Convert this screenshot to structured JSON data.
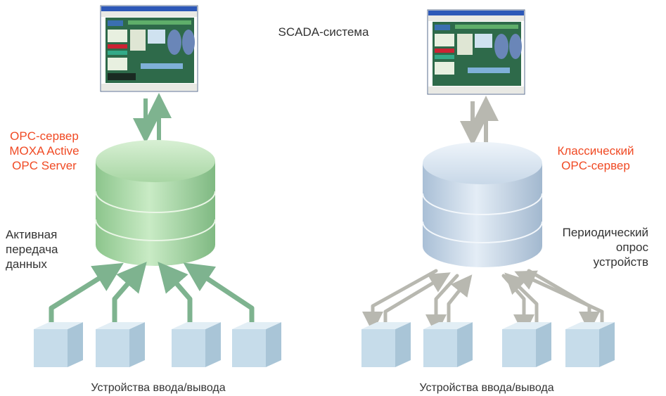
{
  "title": "SCADA-система",
  "left": {
    "server_label": [
      "OPC-сервер",
      "MOXA Active",
      "OPC Server"
    ],
    "mode_label": [
      "Активная",
      "передача",
      "данных"
    ],
    "devices_label": "Устройства ввода/вывода"
  },
  "right": {
    "server_label": [
      "Классический",
      "OPC-сервер"
    ],
    "mode_label": [
      "Периодический",
      "опрос",
      "устройств"
    ],
    "devices_label": "Устройства ввода/вывода"
  },
  "colors": {
    "accent_red": "#f04a24",
    "left_cylinder": "#a9d8a6",
    "right_cylinder": "#c7d8e8",
    "left_arrows": "#7eb38f",
    "right_arrows": "#b8b8b0",
    "device_cube": "#c8dde9"
  },
  "icons": {
    "scada_screen": "scada-screenshot-icon",
    "server": "database-cylinder-icon",
    "device": "cube-icon"
  }
}
